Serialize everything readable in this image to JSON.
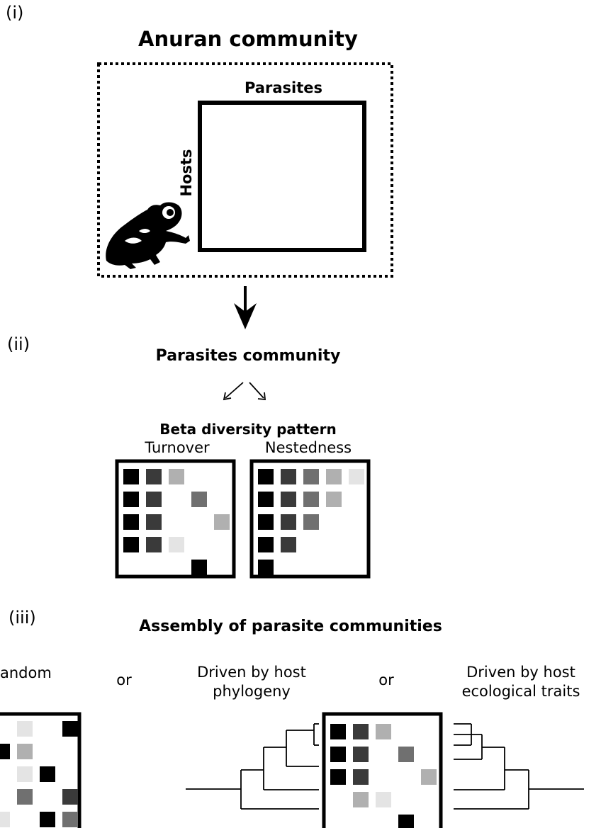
{
  "panels": {
    "i": {
      "label": "(i)",
      "title": "Anuran community",
      "col_axis": "Parasites",
      "row_axis": "Hosts"
    },
    "ii": {
      "label": "(ii)",
      "title": "Parasites community",
      "pattern_title": "Beta diversity pattern",
      "turnover_label": "Turnover",
      "nestedness_label": "Nestedness"
    },
    "iii": {
      "label": "(iii)",
      "title": "Assembly of parasite communities",
      "random_label": "andom",
      "or_1": "or",
      "phylogeny_label": "Driven by host phylogeny",
      "or_2": "or",
      "traits_label": "Driven by host ecological traits"
    }
  },
  "colors": {
    "black": "#000000",
    "dark": "#3a3a3a",
    "mid": "#707070",
    "light": "#b0b0b0",
    "pale": "#e4e4e4"
  },
  "matrices": {
    "turnover": [
      {
        "r": 0,
        "c": 0,
        "shade": "black"
      },
      {
        "r": 0,
        "c": 1,
        "shade": "dark"
      },
      {
        "r": 0,
        "c": 2,
        "shade": "light"
      },
      {
        "r": 1,
        "c": 0,
        "shade": "black"
      },
      {
        "r": 1,
        "c": 1,
        "shade": "dark"
      },
      {
        "r": 1,
        "c": 3,
        "shade": "mid"
      },
      {
        "r": 2,
        "c": 0,
        "shade": "black"
      },
      {
        "r": 2,
        "c": 1,
        "shade": "dark"
      },
      {
        "r": 2,
        "c": 4,
        "shade": "light"
      },
      {
        "r": 3,
        "c": 0,
        "shade": "black"
      },
      {
        "r": 3,
        "c": 1,
        "shade": "dark"
      },
      {
        "r": 3,
        "c": 2,
        "shade": "pale"
      },
      {
        "r": 4,
        "c": 3,
        "shade": "black"
      }
    ],
    "nestedness": [
      {
        "r": 0,
        "c": 0,
        "shade": "black"
      },
      {
        "r": 0,
        "c": 1,
        "shade": "dark"
      },
      {
        "r": 0,
        "c": 2,
        "shade": "mid"
      },
      {
        "r": 0,
        "c": 3,
        "shade": "light"
      },
      {
        "r": 0,
        "c": 4,
        "shade": "pale"
      },
      {
        "r": 1,
        "c": 0,
        "shade": "black"
      },
      {
        "r": 1,
        "c": 1,
        "shade": "dark"
      },
      {
        "r": 1,
        "c": 2,
        "shade": "mid"
      },
      {
        "r": 1,
        "c": 3,
        "shade": "light"
      },
      {
        "r": 2,
        "c": 0,
        "shade": "black"
      },
      {
        "r": 2,
        "c": 1,
        "shade": "dark"
      },
      {
        "r": 2,
        "c": 2,
        "shade": "mid"
      },
      {
        "r": 3,
        "c": 0,
        "shade": "black"
      },
      {
        "r": 3,
        "c": 1,
        "shade": "dark"
      },
      {
        "r": 4,
        "c": 0,
        "shade": "black"
      }
    ],
    "random": [
      {
        "r": 0,
        "c": 1,
        "shade": "pale"
      },
      {
        "r": 0,
        "c": 3,
        "shade": "black"
      },
      {
        "r": 1,
        "c": 0,
        "shade": "black"
      },
      {
        "r": 1,
        "c": 1,
        "shade": "light"
      },
      {
        "r": 2,
        "c": 1,
        "shade": "pale"
      },
      {
        "r": 2,
        "c": 2,
        "shade": "black"
      },
      {
        "r": 3,
        "c": 1,
        "shade": "mid"
      },
      {
        "r": 3,
        "c": 3,
        "shade": "dark"
      },
      {
        "r": 4,
        "c": 0,
        "shade": "pale"
      },
      {
        "r": 4,
        "c": 2,
        "shade": "black"
      },
      {
        "r": 4,
        "c": 3,
        "shade": "mid"
      }
    ],
    "phylogeny": [
      {
        "r": 0,
        "c": 0,
        "shade": "black"
      },
      {
        "r": 0,
        "c": 1,
        "shade": "dark"
      },
      {
        "r": 0,
        "c": 2,
        "shade": "light"
      },
      {
        "r": 1,
        "c": 0,
        "shade": "black"
      },
      {
        "r": 1,
        "c": 1,
        "shade": "dark"
      },
      {
        "r": 1,
        "c": 3,
        "shade": "mid"
      },
      {
        "r": 2,
        "c": 0,
        "shade": "black"
      },
      {
        "r": 2,
        "c": 1,
        "shade": "dark"
      },
      {
        "r": 2,
        "c": 4,
        "shade": "light"
      },
      {
        "r": 3,
        "c": 1,
        "shade": "light"
      },
      {
        "r": 3,
        "c": 2,
        "shade": "pale"
      },
      {
        "r": 4,
        "c": 3,
        "shade": "black"
      }
    ]
  }
}
